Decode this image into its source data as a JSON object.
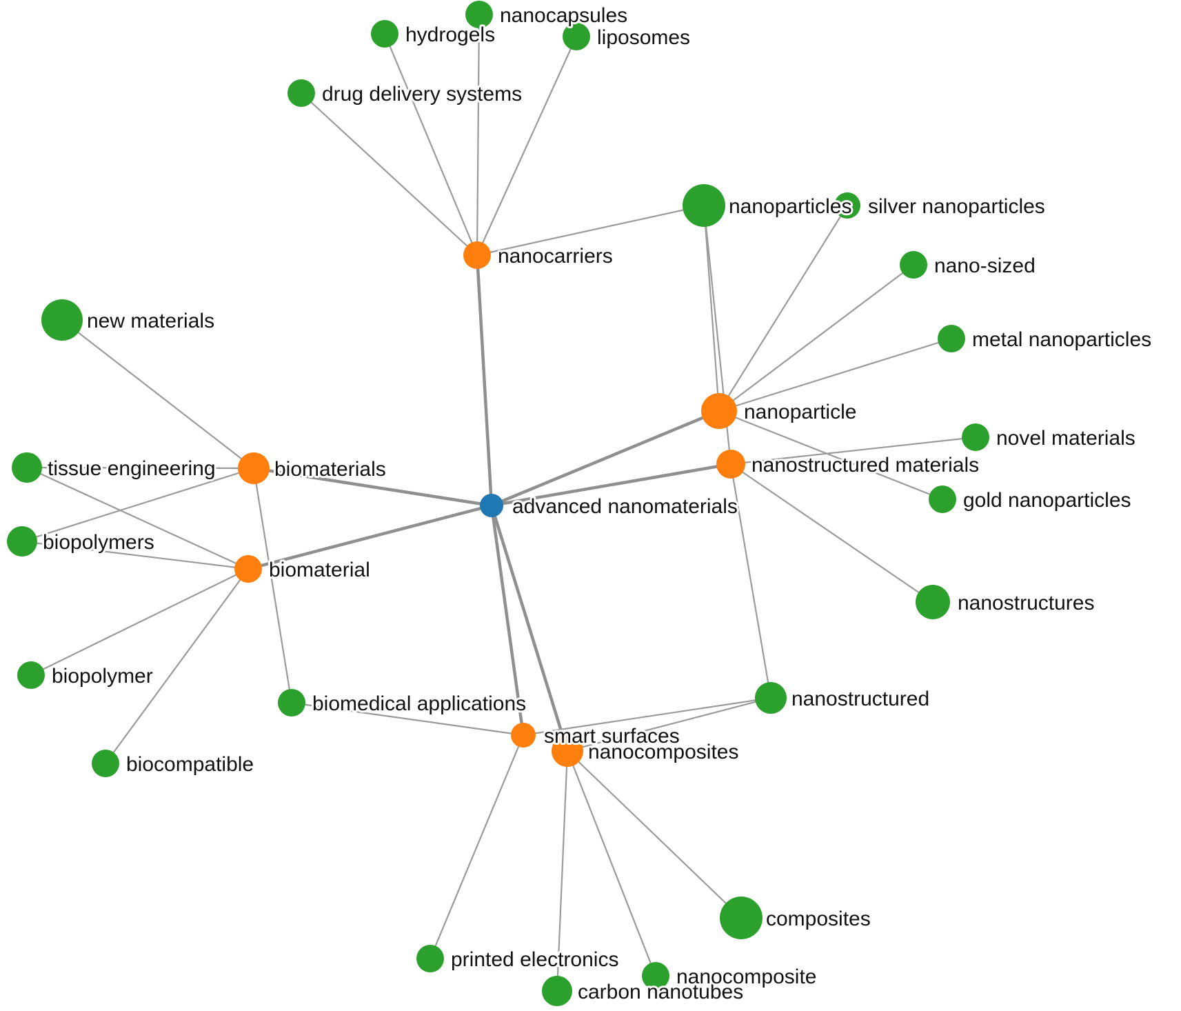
{
  "colors": {
    "center": "#1f77b4",
    "hub": "#ff7f0e",
    "leaf": "#2ca02c",
    "edge": "#9a9a9a"
  },
  "nodes": [
    {
      "id": "advanced-nanomaterials",
      "label": "advanced nanomaterials",
      "group": "center"
    },
    {
      "id": "nanocarriers",
      "label": "nanocarriers",
      "group": "hub"
    },
    {
      "id": "biomaterials",
      "label": "biomaterials",
      "group": "hub"
    },
    {
      "id": "biomaterial",
      "label": "biomaterial",
      "group": "hub"
    },
    {
      "id": "nanoparticle",
      "label": "nanoparticle",
      "group": "hub"
    },
    {
      "id": "nanostructured-materials",
      "label": "nanostructured materials",
      "group": "hub"
    },
    {
      "id": "smart-surfaces",
      "label": "smart surfaces",
      "group": "hub"
    },
    {
      "id": "nanocomposites",
      "label": "nanocomposites",
      "group": "hub"
    },
    {
      "id": "nanocapsules",
      "label": "nanocapsules",
      "group": "leaf"
    },
    {
      "id": "hydrogels",
      "label": "hydrogels",
      "group": "leaf"
    },
    {
      "id": "liposomes",
      "label": "liposomes",
      "group": "leaf"
    },
    {
      "id": "drug-delivery-systems",
      "label": "drug delivery systems",
      "group": "leaf"
    },
    {
      "id": "nanoparticles",
      "label": "nanoparticles",
      "group": "leaf"
    },
    {
      "id": "silver-nanoparticles",
      "label": "silver nanoparticles",
      "group": "leaf"
    },
    {
      "id": "nano-sized",
      "label": "nano-sized",
      "group": "leaf"
    },
    {
      "id": "metal-nanoparticles",
      "label": "metal nanoparticles",
      "group": "leaf"
    },
    {
      "id": "novel-materials",
      "label": "novel materials",
      "group": "leaf"
    },
    {
      "id": "gold-nanoparticles",
      "label": "gold nanoparticles",
      "group": "leaf"
    },
    {
      "id": "nanostructures",
      "label": "nanostructures",
      "group": "leaf"
    },
    {
      "id": "nanostructured",
      "label": "nanostructured",
      "group": "leaf"
    },
    {
      "id": "new-materials",
      "label": "new materials",
      "group": "leaf"
    },
    {
      "id": "tissue-engineering",
      "label": "tissue engineering",
      "group": "leaf"
    },
    {
      "id": "biopolymers",
      "label": "biopolymers",
      "group": "leaf"
    },
    {
      "id": "biopolymer",
      "label": "biopolymer",
      "group": "leaf"
    },
    {
      "id": "biocompatible",
      "label": "biocompatible",
      "group": "leaf"
    },
    {
      "id": "biomedical-applications",
      "label": "biomedical applications",
      "group": "leaf"
    },
    {
      "id": "composites",
      "label": "composites",
      "group": "leaf"
    },
    {
      "id": "printed-electronics",
      "label": "printed electronics",
      "group": "leaf"
    },
    {
      "id": "carbon-nanotubes",
      "label": "carbon nanotubes",
      "group": "leaf"
    },
    {
      "id": "nanocomposite",
      "label": "nanocomposite",
      "group": "leaf"
    }
  ],
  "edges": [
    {
      "source": "advanced-nanomaterials",
      "target": "nanocarriers",
      "weight": "strong"
    },
    {
      "source": "advanced-nanomaterials",
      "target": "biomaterials",
      "weight": "strong"
    },
    {
      "source": "advanced-nanomaterials",
      "target": "biomaterial",
      "weight": "strong"
    },
    {
      "source": "advanced-nanomaterials",
      "target": "nanoparticle",
      "weight": "strong"
    },
    {
      "source": "advanced-nanomaterials",
      "target": "nanostructured-materials",
      "weight": "strong"
    },
    {
      "source": "advanced-nanomaterials",
      "target": "smart-surfaces",
      "weight": "strong"
    },
    {
      "source": "advanced-nanomaterials",
      "target": "nanocomposites",
      "weight": "strong"
    },
    {
      "source": "nanocarriers",
      "target": "drug-delivery-systems",
      "weight": "normal"
    },
    {
      "source": "nanocarriers",
      "target": "hydrogels",
      "weight": "normal"
    },
    {
      "source": "nanocarriers",
      "target": "nanocapsules",
      "weight": "normal"
    },
    {
      "source": "nanocarriers",
      "target": "liposomes",
      "weight": "normal"
    },
    {
      "source": "nanocarriers",
      "target": "nanoparticles",
      "weight": "normal"
    },
    {
      "source": "nanoparticle",
      "target": "nanoparticles",
      "weight": "normal"
    },
    {
      "source": "nanoparticle",
      "target": "silver-nanoparticles",
      "weight": "normal"
    },
    {
      "source": "nanoparticle",
      "target": "nano-sized",
      "weight": "normal"
    },
    {
      "source": "nanoparticle",
      "target": "metal-nanoparticles",
      "weight": "normal"
    },
    {
      "source": "nanoparticle",
      "target": "gold-nanoparticles",
      "weight": "normal"
    },
    {
      "source": "nanostructured-materials",
      "target": "novel-materials",
      "weight": "normal"
    },
    {
      "source": "nanostructured-materials",
      "target": "nanostructures",
      "weight": "normal"
    },
    {
      "source": "nanostructured-materials",
      "target": "nanostructured",
      "weight": "normal"
    },
    {
      "source": "nanostructured-materials",
      "target": "nanoparticles",
      "weight": "normal"
    },
    {
      "source": "biomaterials",
      "target": "new-materials",
      "weight": "normal"
    },
    {
      "source": "biomaterials",
      "target": "tissue-engineering",
      "weight": "normal"
    },
    {
      "source": "biomaterials",
      "target": "biopolymers",
      "weight": "normal"
    },
    {
      "source": "biomaterials",
      "target": "biomedical-applications",
      "weight": "normal"
    },
    {
      "source": "biomaterial",
      "target": "tissue-engineering",
      "weight": "normal"
    },
    {
      "source": "biomaterial",
      "target": "biopolymers",
      "weight": "normal"
    },
    {
      "source": "biomaterial",
      "target": "biopolymer",
      "weight": "normal"
    },
    {
      "source": "biomaterial",
      "target": "biocompatible",
      "weight": "normal"
    },
    {
      "source": "smart-surfaces",
      "target": "biomedical-applications",
      "weight": "normal"
    },
    {
      "source": "smart-surfaces",
      "target": "nanostructured",
      "weight": "normal"
    },
    {
      "source": "smart-surfaces",
      "target": "printed-electronics",
      "weight": "normal"
    },
    {
      "source": "nanocomposites",
      "target": "nanostructured",
      "weight": "normal"
    },
    {
      "source": "nanocomposites",
      "target": "composites",
      "weight": "normal"
    },
    {
      "source": "nanocomposites",
      "target": "carbon-nanotubes",
      "weight": "normal"
    },
    {
      "source": "nanocomposites",
      "target": "nanocomposite",
      "weight": "normal"
    }
  ]
}
